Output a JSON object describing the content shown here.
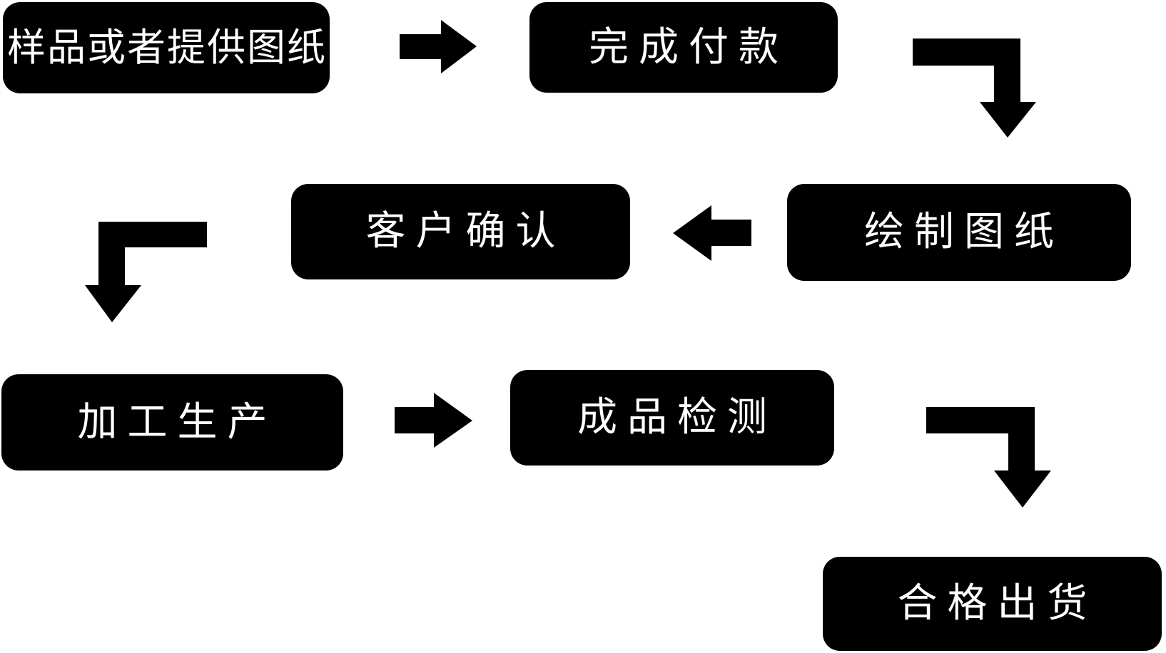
{
  "diagram": {
    "type": "flowchart",
    "background_color": "#ffffff",
    "node_fill_color": "#000000",
    "node_text_color": "#ffffff",
    "arrow_color": "#000000",
    "steps": [
      {
        "label": "样品或者提供图纸"
      },
      {
        "label": "完成付款"
      },
      {
        "label": "绘制图纸"
      },
      {
        "label": "客户确认"
      },
      {
        "label": "加工生产"
      },
      {
        "label": "成品检测"
      },
      {
        "label": "合格出货"
      }
    ],
    "connections": [
      {
        "from": "样品或者提供图纸",
        "to": "完成付款",
        "shape": "right-block-arrow"
      },
      {
        "from": "完成付款",
        "to": "绘制图纸",
        "shape": "elbow-down-block-arrow"
      },
      {
        "from": "绘制图纸",
        "to": "客户确认",
        "shape": "left-block-arrow"
      },
      {
        "from": "客户确认",
        "to": "加工生产",
        "shape": "elbow-down-block-arrow"
      },
      {
        "from": "加工生产",
        "to": "成品检测",
        "shape": "right-block-arrow"
      },
      {
        "from": "成品检测",
        "to": "合格出货",
        "shape": "elbow-down-block-arrow"
      }
    ]
  }
}
